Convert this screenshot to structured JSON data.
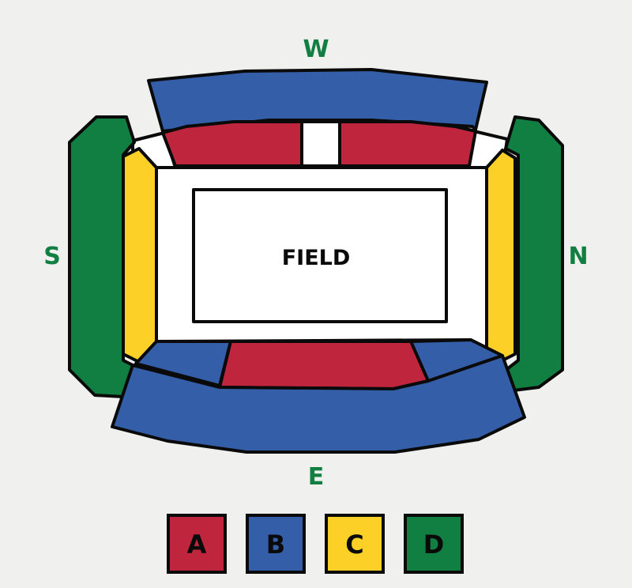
{
  "directions": {
    "west": "W",
    "east": "E",
    "south": "S",
    "north": "N"
  },
  "field": {
    "label": "FIELD"
  },
  "legend": [
    {
      "label": "A",
      "color": "#c0253e"
    },
    {
      "label": "B",
      "color": "#345ea8"
    },
    {
      "label": "C",
      "color": "#fdd028"
    },
    {
      "label": "D",
      "color": "#117f41"
    }
  ],
  "colors": {
    "background": "#f0f0ee",
    "outline": "#0a0a0a",
    "direction_text": "#117f41",
    "white": "#ffffff"
  }
}
